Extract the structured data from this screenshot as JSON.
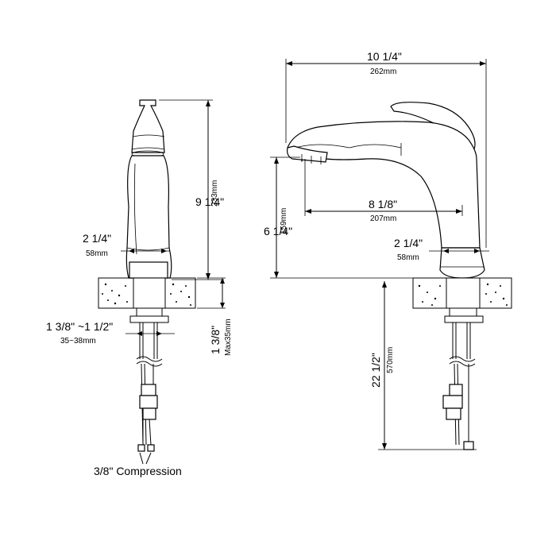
{
  "dimensions": {
    "side_height_in": "9 1/4\"",
    "side_height_mm": "233mm",
    "side_base_in": "2 1/4\"",
    "side_base_mm": "58mm",
    "deck_thickness_in": "1 3/8\"",
    "deck_thickness_mm": "Max35mm",
    "hole_in": "1 3/8\" ~1 1/2\"",
    "hole_mm": "35~38mm",
    "compression": "3/8\" Compression",
    "front_width_in": "10 1/4\"",
    "front_width_mm": "262mm",
    "front_reach_in": "8 1/8\"",
    "front_reach_mm": "207mm",
    "front_spout_height_in": "6 1/4\"",
    "front_spout_height_mm": "159mm",
    "front_base_in": "2 1/4\"",
    "front_base_mm": "58mm",
    "hose_length_in": "22 1/2\"",
    "hose_length_mm": "570mm"
  },
  "colors": {
    "line": "#000000",
    "background": "#ffffff"
  }
}
